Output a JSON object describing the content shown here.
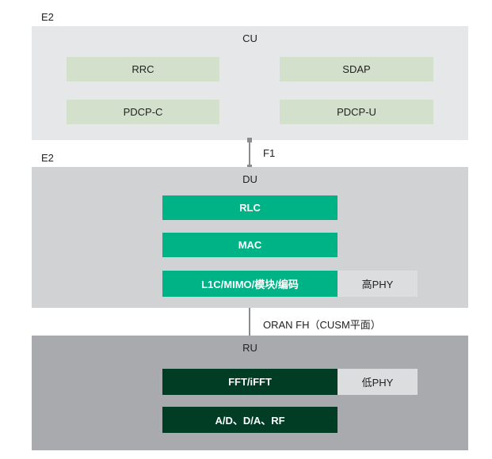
{
  "cu": {
    "e2_label": "E2",
    "title": "CU",
    "blocks": [
      "RRC",
      "SDAP",
      "PDCP-C",
      "PDCP-U"
    ]
  },
  "f1_label": "F1",
  "du": {
    "e2_label": "E2",
    "title": "DU",
    "blocks": [
      "RLC",
      "MAC",
      "L1C/MIMO/模块/编码"
    ],
    "phy_label": "高PHY"
  },
  "fh_label": "ORAN FH（CUSM平面）",
  "ru": {
    "title": "RU",
    "blocks": [
      "FFT/iFFT",
      "A/D、D/A、RF"
    ],
    "phy_label": "低PHY"
  },
  "colors": {
    "cu_bg": "#e6e7e8",
    "cu_block": "#d2e0cc",
    "du_bg": "#d1d2d4",
    "du_block": "#00b386",
    "ru_bg": "#a8aaad",
    "ru_block": "#003d24",
    "phy_block": "#dcdddf"
  }
}
